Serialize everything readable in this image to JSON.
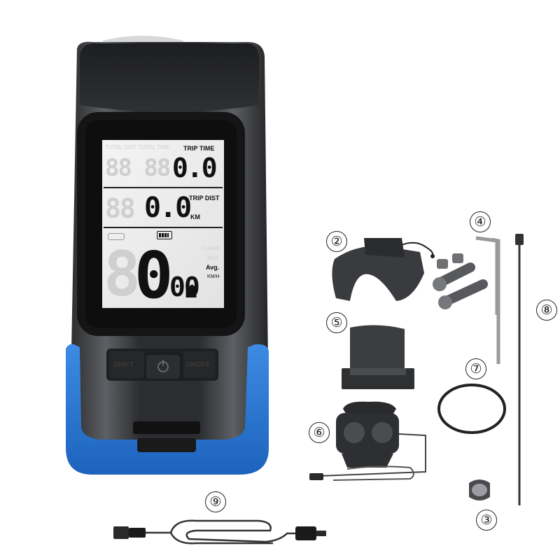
{
  "lcd": {
    "trip_time_label": "TRIP TIME",
    "trip_time_value": "0.0",
    "trip_dist_label": "TRIP DIST",
    "trip_dist_value": "0.0",
    "km_label": "KM",
    "speed_int": "0.",
    "speed_dec": "00",
    "avg_label": "Avg.",
    "kmh_label": "KM/H",
    "ghost_top_labels": "TOTAL DIST  TOTAL TIME",
    "ghost_digits_1": "88 88",
    "ghost_digits_2": "88",
    "ghost_speed": "8",
    "ghost_current": "Current",
    "ghost_max": "Max."
  },
  "buttons": {
    "left_label": "SHIFT",
    "right_label": "ONOFF"
  },
  "callouts": [
    "②",
    "④",
    "⑤",
    "⑦",
    "⑥",
    "⑧",
    "⑨",
    "③"
  ],
  "colors": {
    "housing": "#2a2a2c",
    "housing_highlight": "#6b6e73",
    "accent_blue": "#2a78d6",
    "lcd_bg": "#ececec",
    "bezel": "#1b1b1b"
  }
}
